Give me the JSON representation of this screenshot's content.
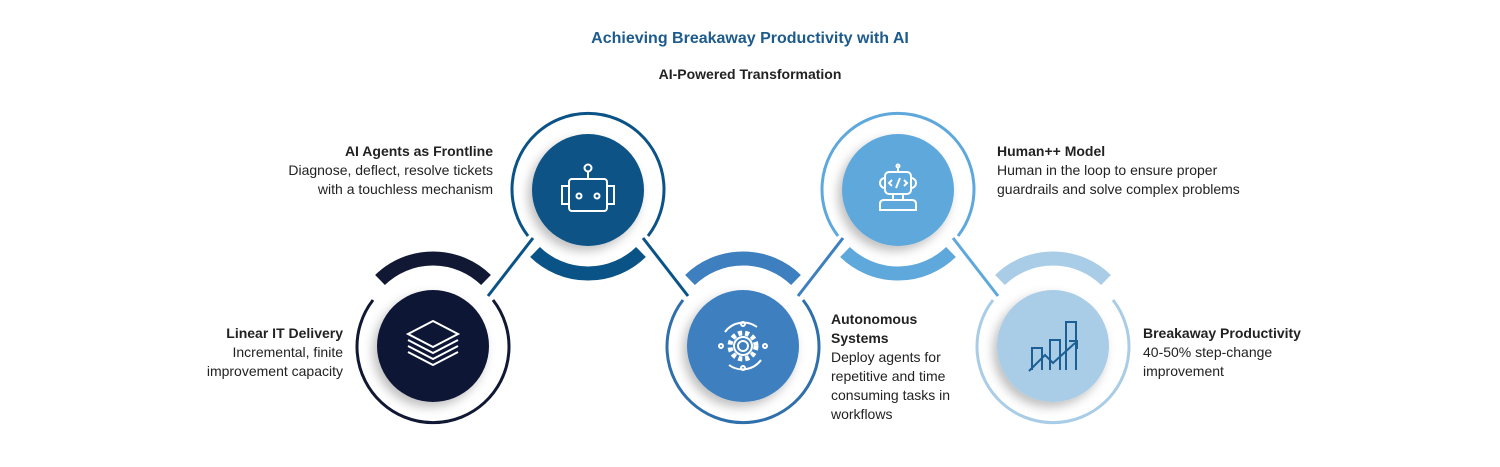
{
  "title": "Achieving Breakaway Productivity with AI",
  "subtitle": "AI-Powered Transformation",
  "steps": [
    {
      "heading": "Linear IT Delivery",
      "text": "Incremental, finite improvement capacity",
      "icon": "layers-icon",
      "color": "#111834"
    },
    {
      "heading": "AI Agents as Frontline",
      "text": "Diagnose, deflect, resolve tickets with a touchless mechanism",
      "icon": "robot-icon",
      "color": "#0a5386"
    },
    {
      "heading": "Autonomous Systems",
      "text": "Deploy agents for repetitive and time consuming tasks in workflows",
      "icon": "gear-cycle-icon",
      "color": "#3d7fbf"
    },
    {
      "heading": "Human++ Model",
      "text": "Human in the loop to ensure proper guardrails and solve complex problems",
      "icon": "code-robot-icon",
      "color": "#5ea8dc"
    },
    {
      "heading": "Breakaway Productivity",
      "text": "40-50% step-change improvement",
      "icon": "growth-chart-icon",
      "color": "#a9cde6"
    }
  ]
}
